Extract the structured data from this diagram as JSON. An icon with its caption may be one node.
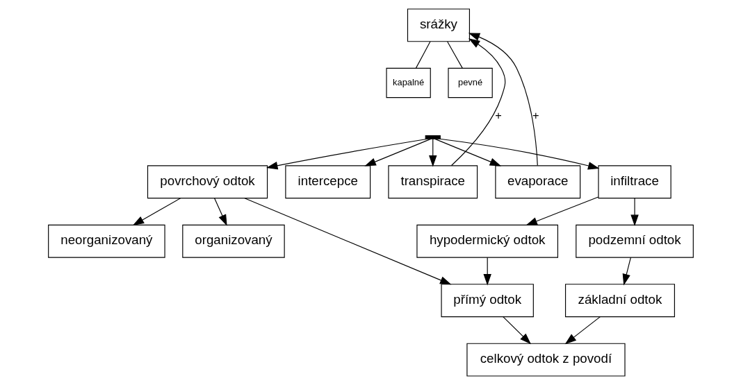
{
  "diagram": {
    "nodes": [
      {
        "text": [
          "srážky"
        ]
      },
      {
        "text": [
          "kapalné"
        ]
      },
      {
        "text": [
          "pevné"
        ]
      },
      {
        "text": [],
        "shape": "bar"
      },
      {
        "text": [
          "povrchový odtok"
        ]
      },
      {
        "text": [
          "intercepce"
        ]
      },
      {
        "text": [
          "transpirace"
        ]
      },
      {
        "text": [
          "evaporace"
        ]
      },
      {
        "text": [
          "infiltrace"
        ]
      },
      {
        "text": [
          "neorganizovaný"
        ]
      },
      {
        "text": [
          "organizovaný"
        ]
      },
      {
        "text": [
          "hypodermický odtok"
        ]
      },
      {
        "text": [
          "podzemní odtok"
        ]
      },
      {
        "text": [
          "přímý odtok"
        ]
      },
      {
        "text": [
          "základní odtok"
        ]
      },
      {
        "text": [
          "celkový odtok z povodí"
        ]
      }
    ],
    "edges": [
      {
        "from": 0,
        "to": 1,
        "arrow": "none"
      },
      {
        "from": 0,
        "to": 2,
        "arrow": "none"
      },
      {
        "from": 3,
        "to": 4,
        "arrow": "to"
      },
      {
        "from": 3,
        "to": 5,
        "arrow": "to"
      },
      {
        "from": 3,
        "to": 6,
        "arrow": "to"
      },
      {
        "from": 3,
        "to": 7,
        "arrow": "to"
      },
      {
        "from": 3,
        "to": 8,
        "arrow": "to"
      },
      {
        "from": 6,
        "to": 0,
        "arrow": "to",
        "label": "+"
      },
      {
        "from": 7,
        "to": 0,
        "arrow": "to",
        "label": "+"
      },
      {
        "from": 4,
        "to": 9,
        "arrow": "to"
      },
      {
        "from": 4,
        "to": 10,
        "arrow": "to"
      },
      {
        "from": 4,
        "to": 13,
        "arrow": "to"
      },
      {
        "from": 11,
        "to": 13,
        "arrow": "to"
      },
      {
        "from": 8,
        "to": 11,
        "arrow": "to"
      },
      {
        "from": 8,
        "to": 12,
        "arrow": "to"
      },
      {
        "from": 12,
        "to": 14,
        "arrow": "to"
      },
      {
        "from": 13,
        "to": 15,
        "arrow": "to"
      },
      {
        "from": 14,
        "to": 15,
        "arrow": "to"
      }
    ]
  }
}
